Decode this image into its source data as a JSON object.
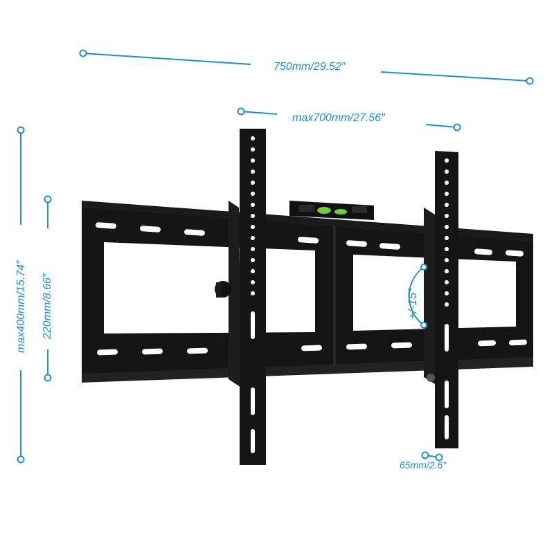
{
  "colors": {
    "dimension_line": "#1f8fc4",
    "mount_body": "#151515",
    "mount_edge": "#333333",
    "background": "#ffffff",
    "level_bubble": "#6fcf3a"
  },
  "dimensions": {
    "overall_width": "750mm/29.52″",
    "max_vesa_width": "max700mm/27.56″",
    "max_height": "max400mm/15.74″",
    "min_height": "220mm/8.66″",
    "profile_depth": "65mm/2.6″",
    "tilt_range": "+/-15°"
  }
}
